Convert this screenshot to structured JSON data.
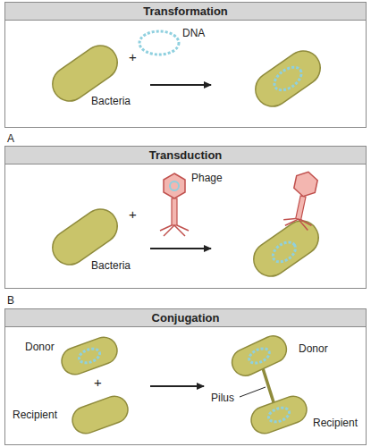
{
  "diagram": {
    "nodes": [
      {
        "text": [
          "Transformation"
        ]
      },
      {
        "text": [
          "Transduction"
        ]
      },
      {
        "text": [
          "Conjugation"
        ]
      }
    ],
    "labels": [
      "+",
      "DNA",
      "Bacteria",
      "A",
      "+",
      "Phage",
      "Bacteria",
      "B",
      "Donor",
      "+",
      "Recipient",
      "Donor",
      "Pilus",
      "Recipient"
    ]
  }
}
